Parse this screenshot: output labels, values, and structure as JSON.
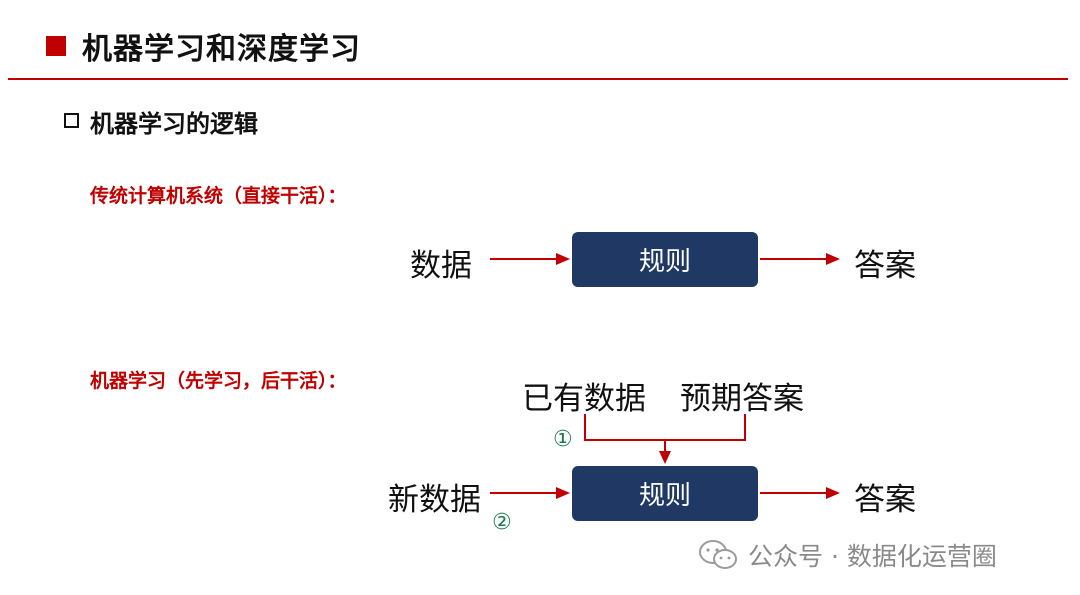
{
  "header": {
    "title": "机器学习和深度学习"
  },
  "subtitle": "机器学习的逻辑",
  "traditional": {
    "label": "传统计算机系统（直接干活）：",
    "input": "数据",
    "box": "规则",
    "output": "答案"
  },
  "ml": {
    "label": "机器学习（先学习，后干活）：",
    "existing_data": "已有数据",
    "expected_answers": "预期答案",
    "step1": "①",
    "new_data": "新数据",
    "step2": "②",
    "box": "规则",
    "output": "答案"
  },
  "watermark": {
    "text": "公众号 · 数据化运营圈",
    "icon": "wechat-icon"
  },
  "colors": {
    "accent": "#c00000",
    "box": "#1f3864",
    "step": "#1e7b4f"
  }
}
